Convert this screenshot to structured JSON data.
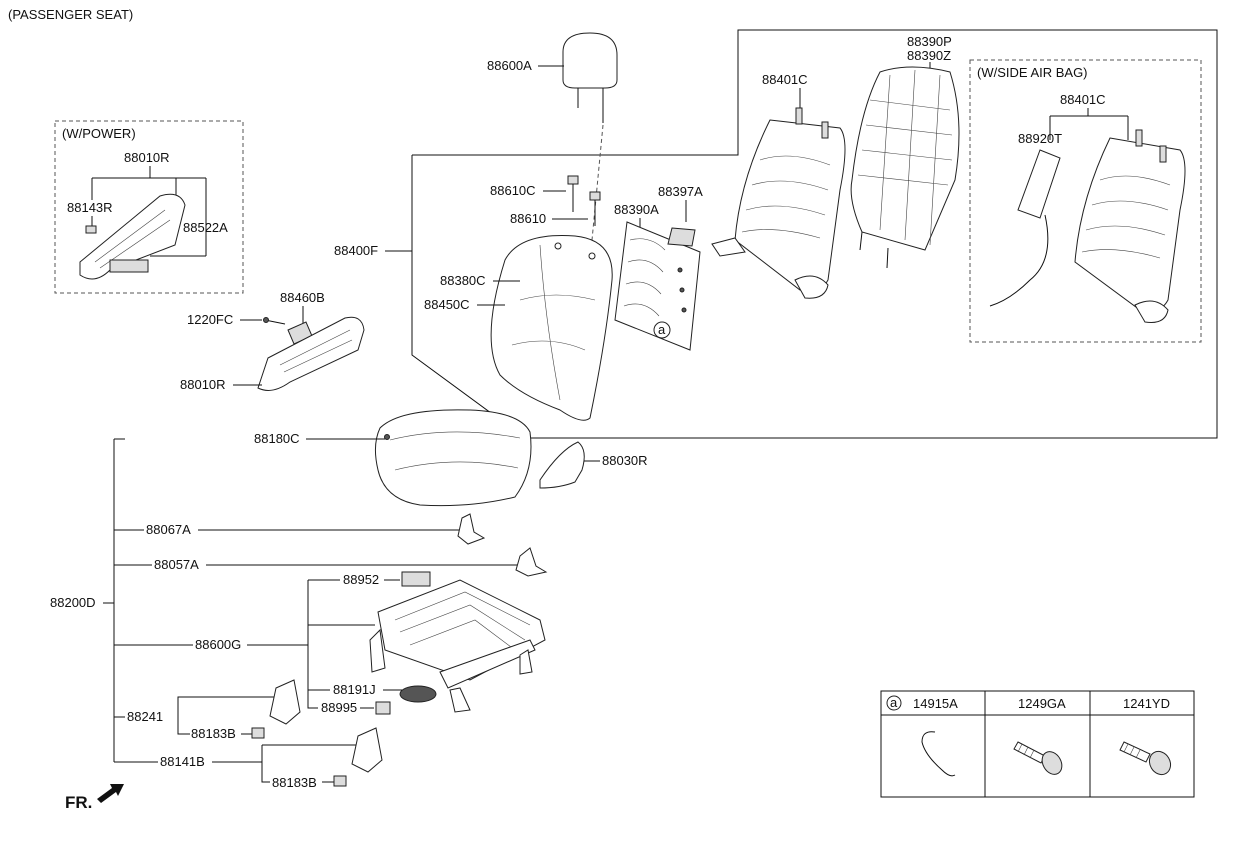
{
  "title": "(PASSENGER SEAT)",
  "groups": {
    "power": "(W/POWER)",
    "side_air_bag": "(W/SIDE AIR BAG)"
  },
  "front_marker": "FR.",
  "parts": {
    "p88600A": "88600A",
    "p88610C": "88610C",
    "p88610": "88610",
    "p88397A": "88397A",
    "p88390A": "88390A",
    "p88400F": "88400F",
    "p88380C": "88380C",
    "p88450C": "88450C",
    "p88401C_main": "88401C",
    "p88390P": "88390P",
    "p88390Z": "88390Z",
    "p88401C_sab": "88401C",
    "p88920T": "88920T",
    "p88010R_power": "88010R",
    "p88143R": "88143R",
    "p88522A": "88522A",
    "p88460B": "88460B",
    "p1220FC": "1220FC",
    "p88010R": "88010R",
    "p88180C": "88180C",
    "p88030R": "88030R",
    "p88067A": "88067A",
    "p88057A": "88057A",
    "p88200D": "88200D",
    "p88952": "88952",
    "p88600G": "88600G",
    "p88191J": "88191J",
    "p88995": "88995",
    "p88241": "88241",
    "p88183B_1": "88183B",
    "p88141B": "88141B",
    "p88183B_2": "88183B"
  },
  "callout": "a",
  "fastener_table": {
    "marker": "a",
    "columns": [
      "14915A",
      "1249GA",
      "1241YD"
    ]
  }
}
